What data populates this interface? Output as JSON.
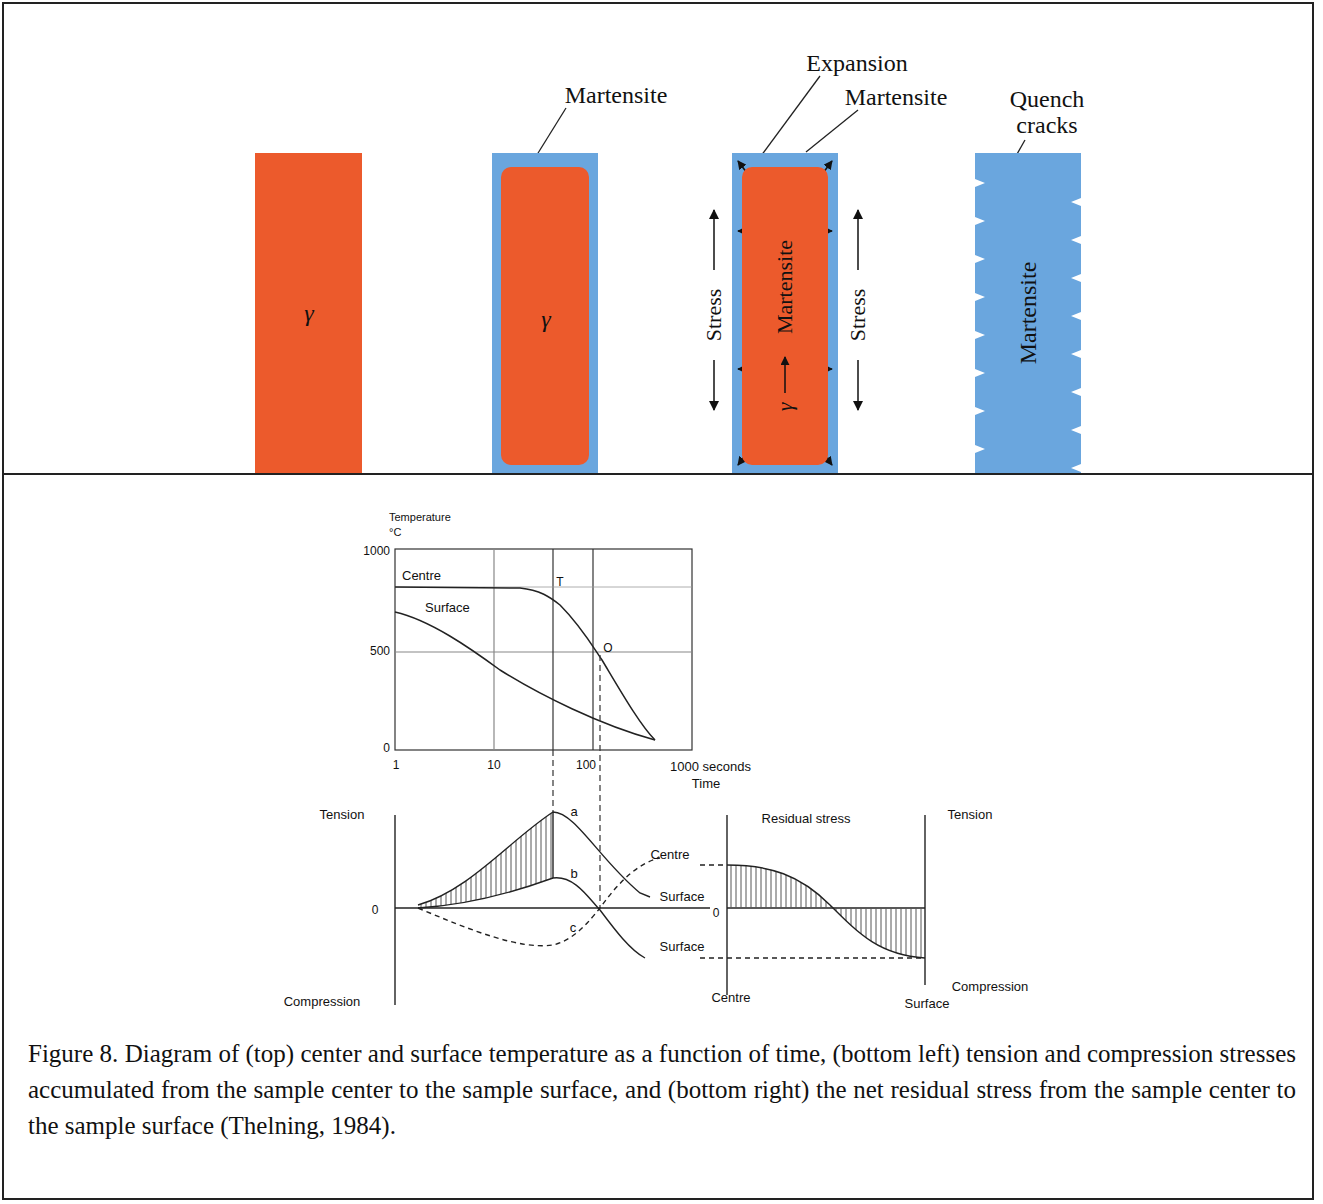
{
  "diagram": {
    "caption": "Figure 8. Diagram of (top) center and surface temperature as a function of time, (bottom left) tension and compression stresses accumulated from the sample center to the sample surface, and (bottom right) the net residual stress from the sample center to the sample surface (Thelning, 1984).",
    "nodes": [
      {
        "text": [
          "γ"
        ]
      },
      {
        "text": [
          "Martensite"
        ]
      },
      {
        "text": [
          "γ"
        ],
        "in": 1
      },
      {
        "text": [
          "Martensite"
        ]
      },
      {
        "text": [
          "γ",
          "Martensite"
        ],
        "in": 3
      },
      {
        "text": [
          "Martensite"
        ]
      }
    ],
    "labels": [
      "Expansion",
      "Stress",
      "Stress",
      "Quench cracks",
      "Temperature",
      "°C",
      "1000",
      "500",
      "0",
      "Centre",
      "Surface",
      "T",
      "O",
      "1",
      "10",
      "100",
      "1000 seconds",
      "Time",
      "Tension",
      "0",
      "Compression",
      "a",
      "b",
      "c",
      "Centre",
      "Surface",
      "Surface",
      "Residual stress",
      "Tension",
      "0",
      "Compression",
      "Centre",
      "Surface"
    ]
  }
}
